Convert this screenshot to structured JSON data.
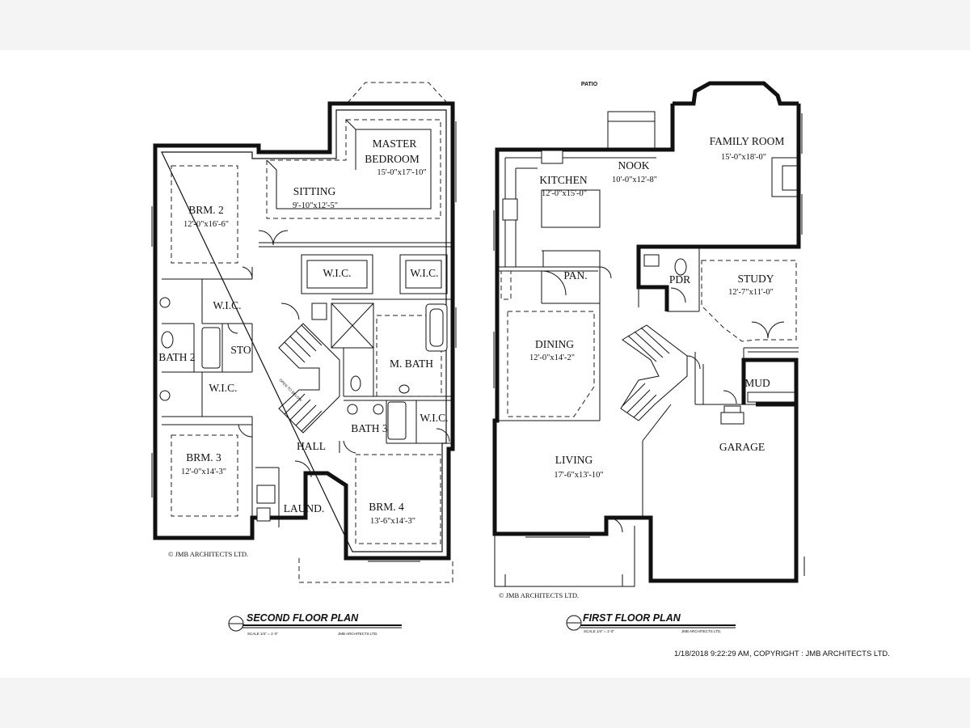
{
  "second_floor": {
    "title": "SECOND FLOOR PLAN",
    "scale": "SCALE 1/4\" = 1'-0\"",
    "firm_mark": "JMB ARCHITECTS LTD.",
    "copyright": "© JMB ARCHITECTS LTD.",
    "rooms": [
      {
        "name": "MASTER",
        "name2": "BEDROOM",
        "dims": "15'-0\"x17'-10\""
      },
      {
        "name": "SITTING",
        "dims": "9'-10\"x12'-5\""
      },
      {
        "name": "BRM. 2",
        "dims": "12'-0\"x16'-6\""
      },
      {
        "name": "W.I.C."
      },
      {
        "name": "W.I.C."
      },
      {
        "name": "W.I.C."
      },
      {
        "name": "BATH 2"
      },
      {
        "name": "STO"
      },
      {
        "name": "W.I.C."
      },
      {
        "name": "M. BATH"
      },
      {
        "name": "BATH 3"
      },
      {
        "name": "W.I.C."
      },
      {
        "name": "HALL"
      },
      {
        "name": "BRM. 3",
        "dims": "12'-0\"x14'-3\""
      },
      {
        "name": "LAUND."
      },
      {
        "name": "BRM. 4",
        "dims": "13'-6\"x14'-3\""
      }
    ],
    "stair_note": "OPEN TO BELOW"
  },
  "first_floor": {
    "title": "FIRST FLOOR PLAN",
    "scale": "SCALE 1/4\" = 1'-0\"",
    "firm_mark": "JMB ARCHITECTS LTD.",
    "copyright": "© JMB ARCHITECTS LTD.",
    "patio": "PATIO",
    "rooms": [
      {
        "name": "FAMILY ROOM",
        "dims": "15'-0\"x18'-0\""
      },
      {
        "name": "NOOK",
        "dims": "10'-0\"x12'-8\""
      },
      {
        "name": "KITCHEN",
        "dims": "12'-0\"x15'-0\""
      },
      {
        "name": "PAN."
      },
      {
        "name": "PDR"
      },
      {
        "name": "STUDY",
        "dims": "12'-7\"x11'-0\""
      },
      {
        "name": "DINING",
        "dims": "12'-0\"x14'-2\""
      },
      {
        "name": "MUD"
      },
      {
        "name": "GARAGE"
      },
      {
        "name": "LIVING",
        "dims": "17'-6\"x13'-10\""
      }
    ]
  },
  "footer": {
    "stamp": "1/18/2018 9:22:29 AM, COPYRIGHT : JMB ARCHITECTS LTD."
  }
}
